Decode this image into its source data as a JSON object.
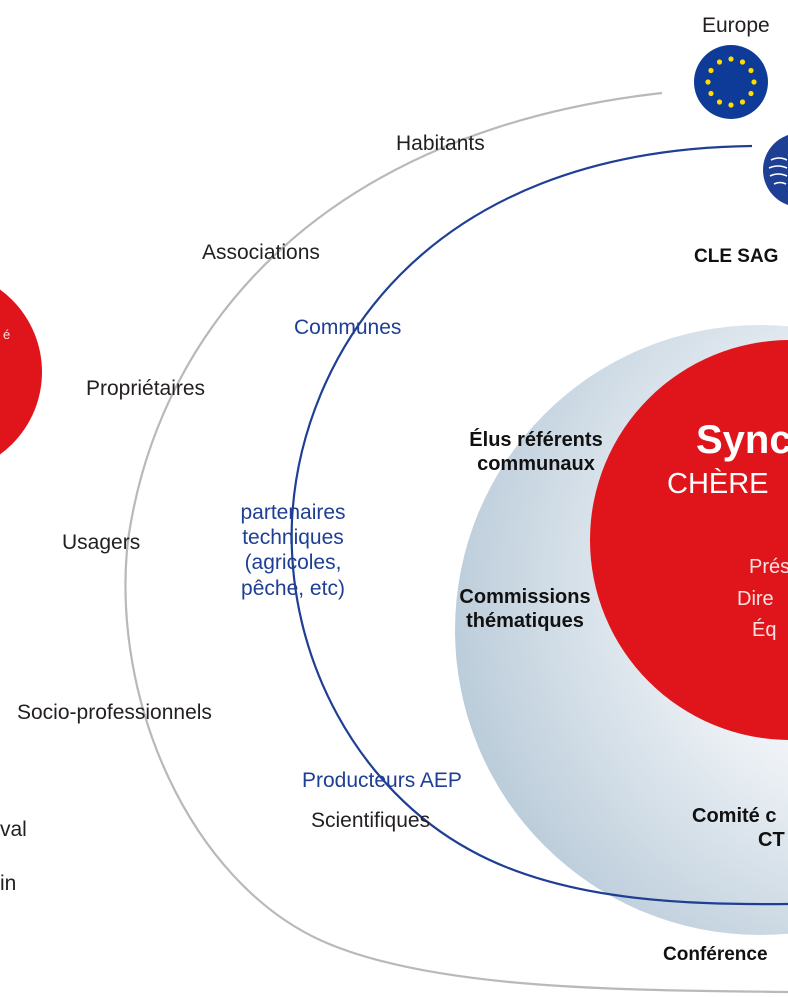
{
  "colors": {
    "outer_ellipse": "#b9b9b9",
    "inner_ellipse": "#1f3f95",
    "syndicat_red": "#e0151b",
    "halo": "#c8d6e2",
    "eu_blue": "#0d3b97",
    "eu_star": "#ffdd00"
  },
  "top": {
    "europe": "Europe",
    "cle_sage": "CLE SAG"
  },
  "outer_ring": {
    "habitants": "Habitants",
    "associations": "Associations",
    "proprietaires": "Propriétaires",
    "usagers": "Usagers",
    "socio_pro": "Socio-professionnels",
    "scientifiques": "Scientifiques"
  },
  "inner_ring": {
    "communes": "Communes",
    "partenaires": [
      "partenaires",
      "techniques",
      "(agricoles,",
      "pêche, etc)"
    ],
    "producteurs": "Producteurs AEP"
  },
  "core_ring": {
    "elus": [
      "Élus référents",
      "communaux"
    ],
    "commissions": [
      "Commissions",
      "thématiques"
    ],
    "comite": [
      "Comité c",
      "CT"
    ],
    "conference": "Conférence"
  },
  "syndicat": {
    "title": "Sync",
    "subtitle": "CHÈRE",
    "lines": [
      "Prés",
      "Dire",
      "Éq"
    ]
  },
  "left_cutoff": {
    "red_text": "é",
    "text_1": "val",
    "text_2": "in"
  }
}
